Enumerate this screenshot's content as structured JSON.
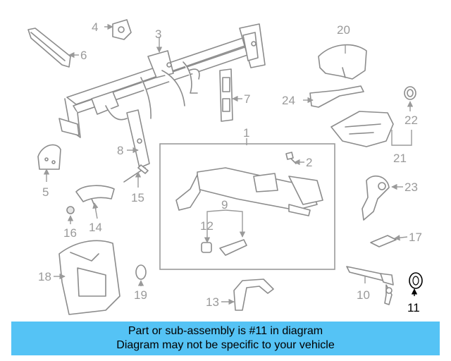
{
  "diagram": {
    "callouts": [
      "1",
      "2",
      "3",
      "4",
      "5",
      "6",
      "7",
      "8",
      "9",
      "10",
      "11",
      "12",
      "13",
      "14",
      "15",
      "16",
      "17",
      "18",
      "19",
      "20",
      "21",
      "22",
      "23",
      "24"
    ],
    "highlighted_callout": "11"
  },
  "banner": {
    "line1": "Part or sub-assembly is #11 in diagram",
    "line2": "Diagram may not be specific to your vehicle",
    "color": "#55c3f5"
  }
}
